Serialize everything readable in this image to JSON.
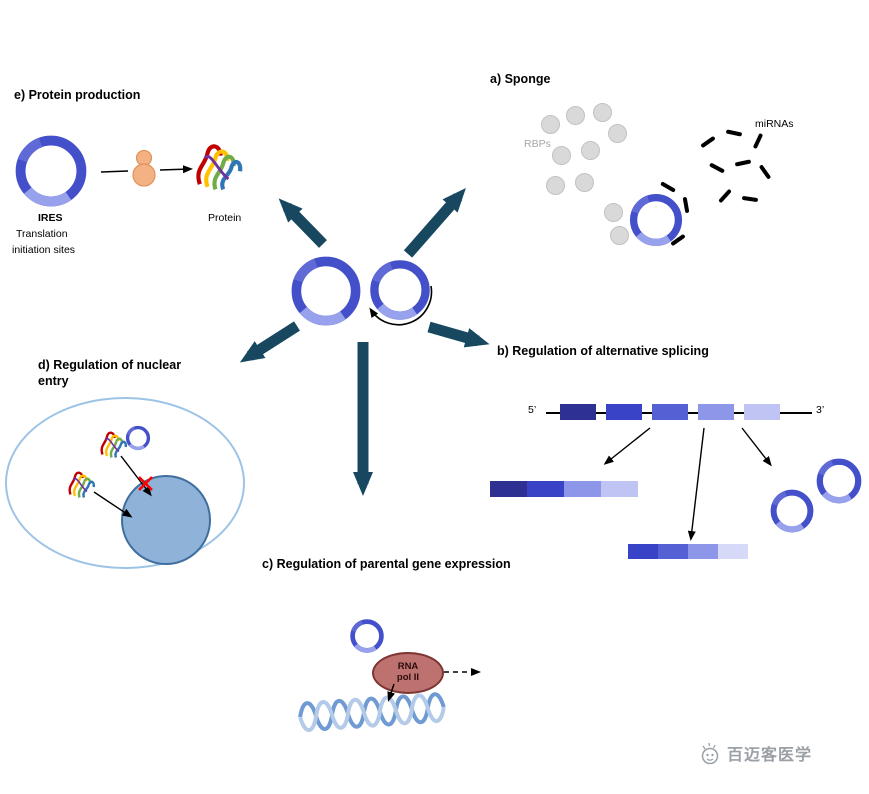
{
  "sections": {
    "a": {
      "title": "a) Sponge",
      "rbps_label": "RBPs",
      "mirnas_label": "miRNAs"
    },
    "b": {
      "title": "b) Regulation of alternative splicing",
      "five_prime": "5’",
      "three_prime": "3’",
      "gene_exon_colors": [
        "#2e3192",
        "#3843c7",
        "#5560d5",
        "#8d96e9",
        "#bfc4f4"
      ],
      "transcript1_colors": [
        "#2e3192",
        "#3843c7",
        "#8d96e9",
        "#bfc4f4"
      ],
      "transcript2_colors": [
        "#3843c7",
        "#5560d5",
        "#8d96e9",
        "#d6daf8"
      ]
    },
    "c": {
      "title": "c) Regulation of parental gene expression",
      "polymerase_line1": "RNA",
      "polymerase_line2": "pol II"
    },
    "d": {
      "title": "d) Regulation of nuclear entry"
    },
    "e": {
      "title": "e) Protein production",
      "ires_label": "IRES",
      "translation_label": "Translation",
      "initiation_label": "initiation sites",
      "protein_label": "Protein"
    }
  },
  "watermark": {
    "text": "百迈客医学"
  },
  "colors": {
    "circrna_blue": "#4350c9",
    "circrna_light": "#98a1ec",
    "arrow_dark": "#17485f",
    "rbp_gray": "#d9d9d9",
    "mirna_black": "#000000",
    "nucleus_fill": "#8fb3d8",
    "cell_border": "#9dc3e6",
    "polymerase_fill": "#bd7270",
    "dna_strand1": "#6f9bd2",
    "dna_strand2": "#b3cbe8"
  }
}
